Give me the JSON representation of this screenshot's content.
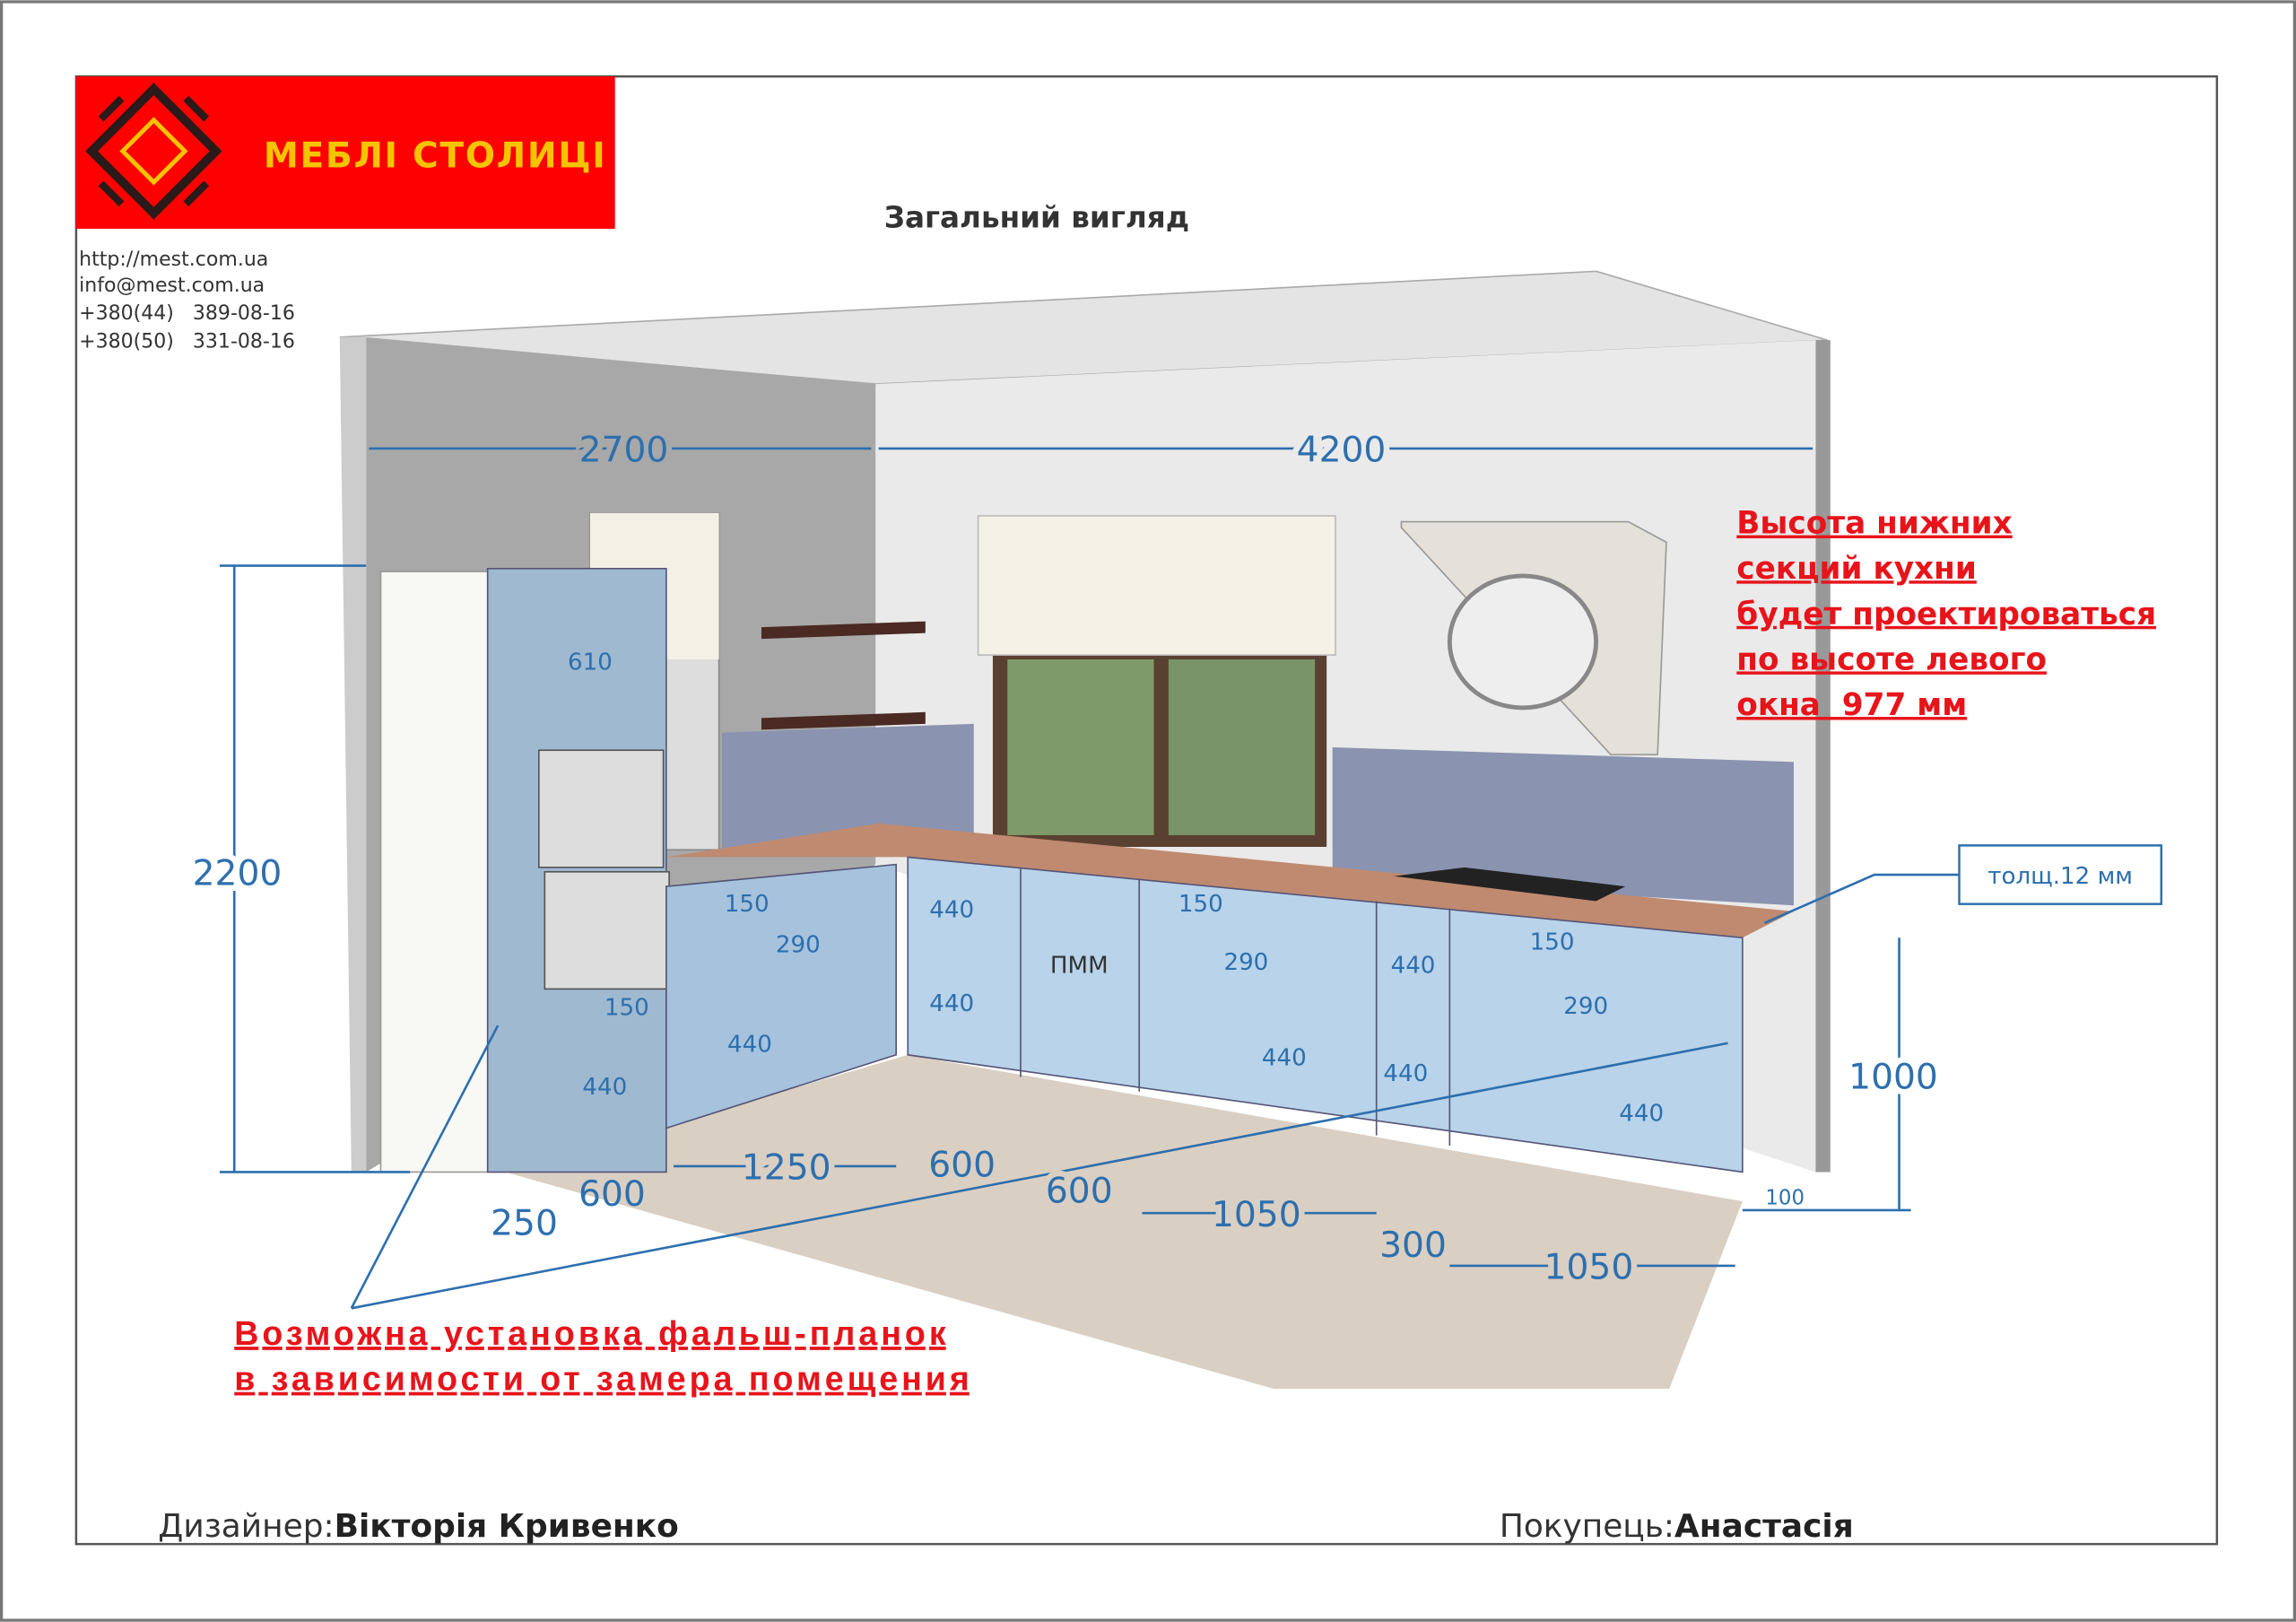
{
  "logo": {
    "brand": "МЕБЛІ СТОЛИЦІ",
    "brand_color": "#ff0000",
    "accent": "#f5c400"
  },
  "contacts": [
    "http://mest.com.ua",
    "info@mest.com.ua",
    "+380(44)   389-08-16",
    "+380(50)   331-08-16"
  ],
  "title": "Загальний вигляд",
  "dims": {
    "wall_left": "2700",
    "wall_right": "4200",
    "height_total": "2200",
    "upper": "610",
    "l1": "150",
    "l2": "290",
    "l3": "440",
    "t1": "150",
    "t2": "440",
    "m1": "440",
    "m2": "440",
    "pmm": "ПММ",
    "c1": "150",
    "c2": "290",
    "c3": "440",
    "c4": "440",
    "c5": "440",
    "r1": "150",
    "r2": "290",
    "r3": "440",
    "base_height": "1000",
    "plinth": "100",
    "w600a": "600",
    "w1250": "1250",
    "w600b": "600",
    "w600c": "600",
    "w1050a": "1050",
    "w300": "300",
    "w1050b": "1050",
    "w250": "250"
  },
  "thickness_label": "толщ.12 мм",
  "note_right": [
    "Высота нижних",
    "секций кухни",
    "будет проектироваться",
    "по высоте левого",
    "окна  977 мм"
  ],
  "note_left": [
    "Возможна установка фальш-планок",
    "в зависимости от замера помещения"
  ],
  "footer": {
    "designer_label": "Дизайнер:",
    "designer_name": "Вікторія Кривенко",
    "customer_label": "Покупець:",
    "customer_name": "Анастасія"
  }
}
